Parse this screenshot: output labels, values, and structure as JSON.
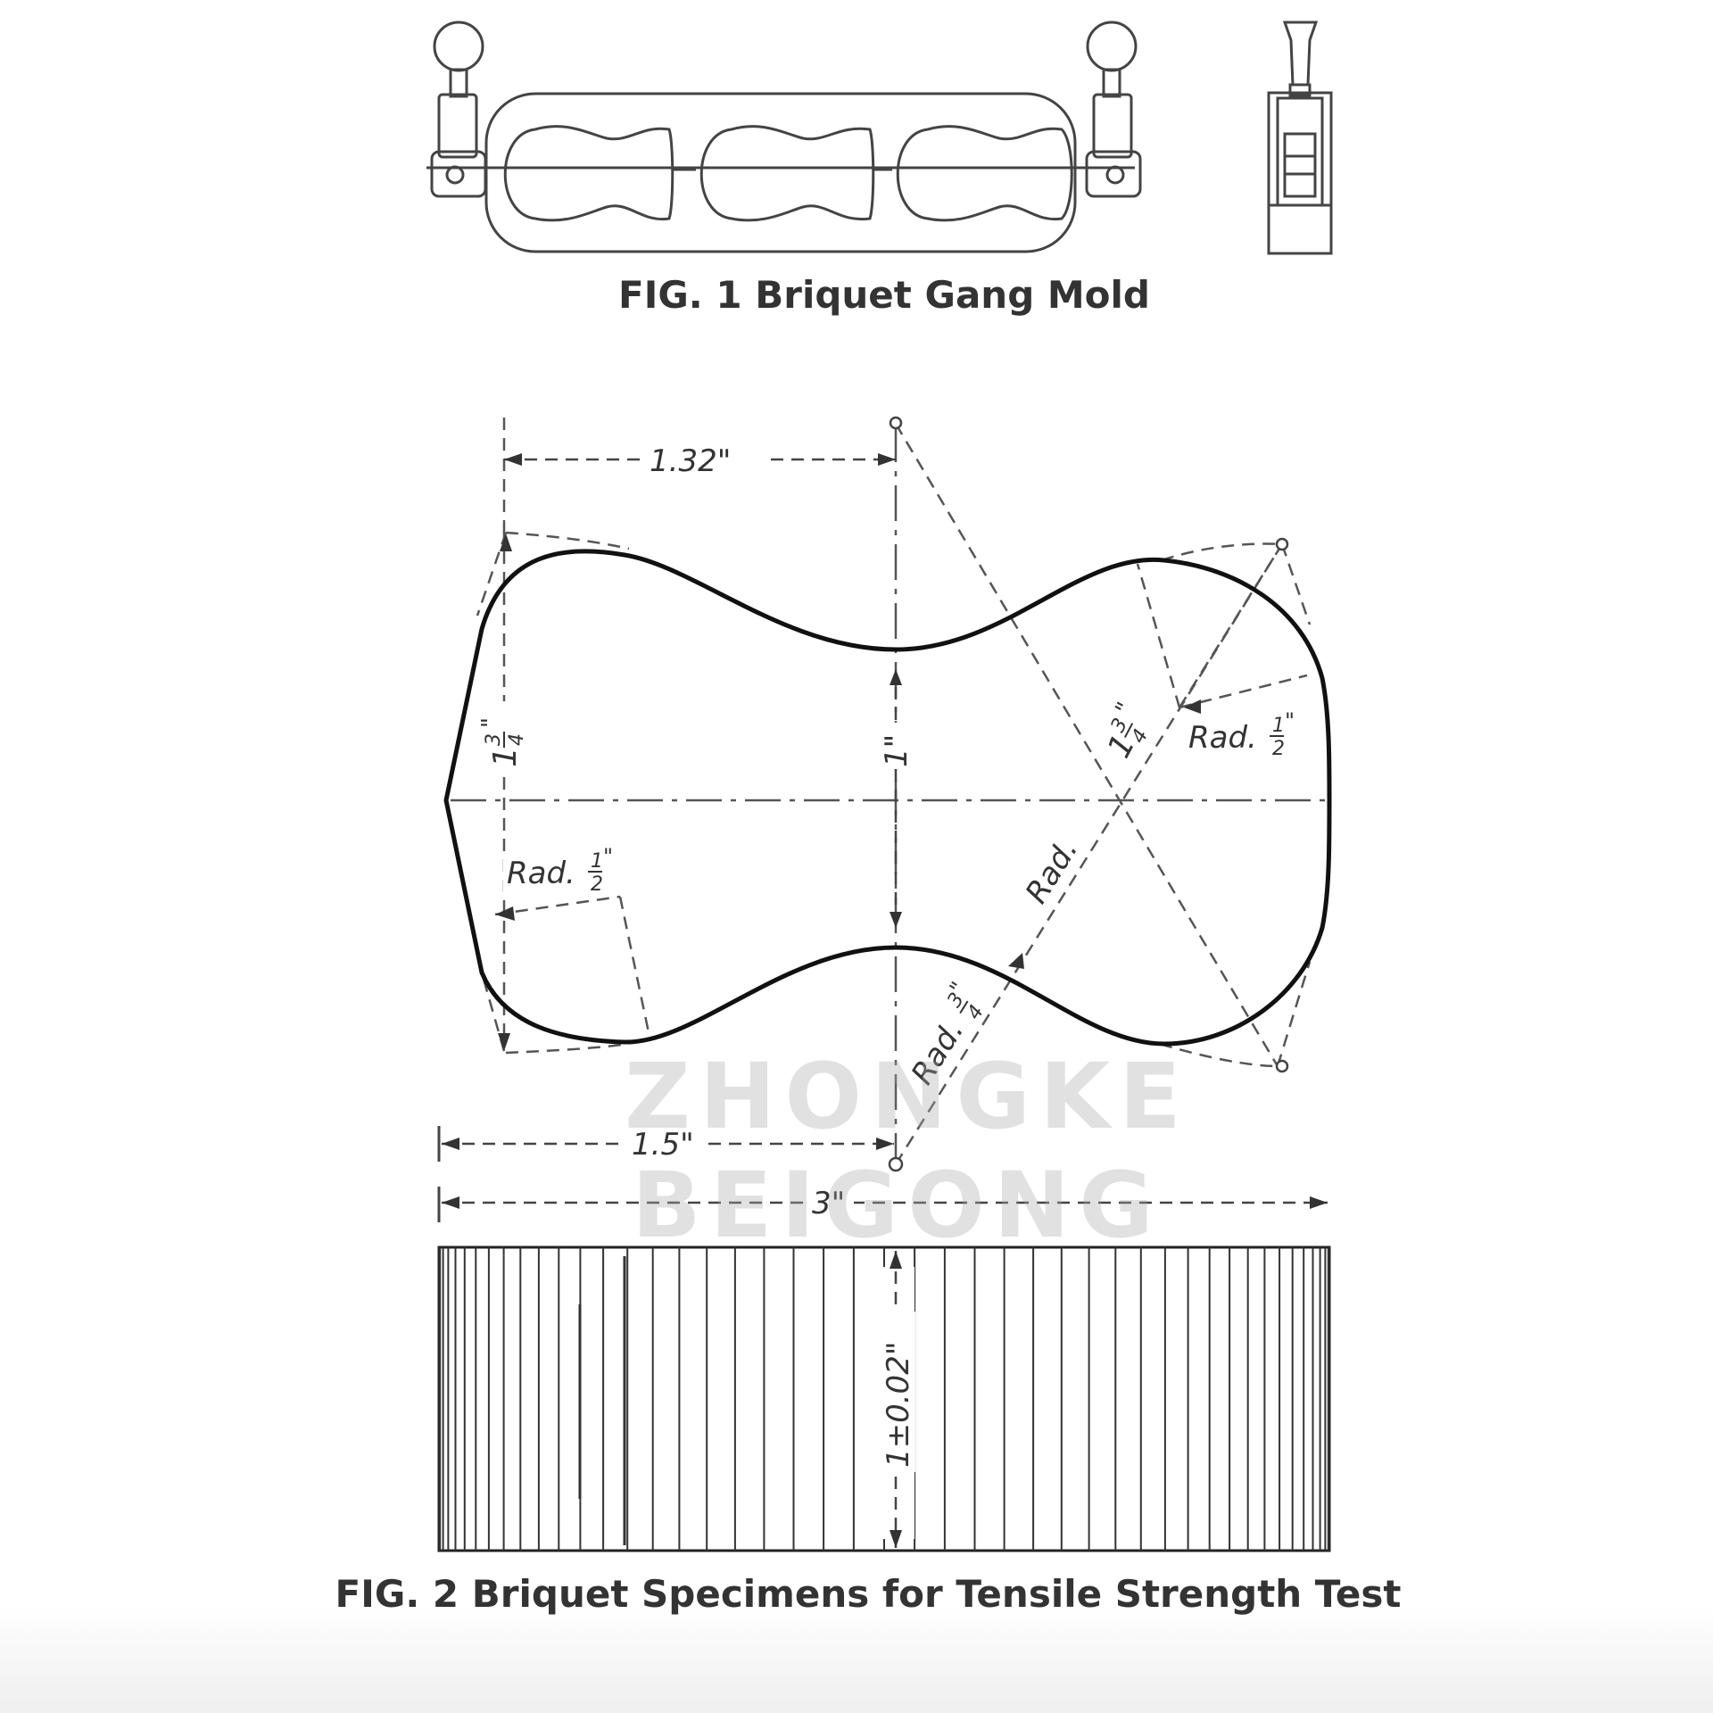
{
  "figure1": {
    "caption": "FIG. 1 Briquet Gang Mold"
  },
  "figure2": {
    "caption": "FIG. 2 Briquet Specimens for Tensile Strength Test",
    "dimensions": {
      "d132": "1.32\"",
      "d1": "1\"",
      "d15": "1.5\"",
      "d3": "3\"",
      "thickness": "1±0.02\"",
      "rad": "Rad.",
      "one_whole": "1",
      "three_num": "3",
      "four_den": "4",
      "half_num": "1",
      "half_den": "2"
    }
  },
  "watermark": {
    "line1": "ZHONGKE",
    "line2": "BEIGONG"
  }
}
